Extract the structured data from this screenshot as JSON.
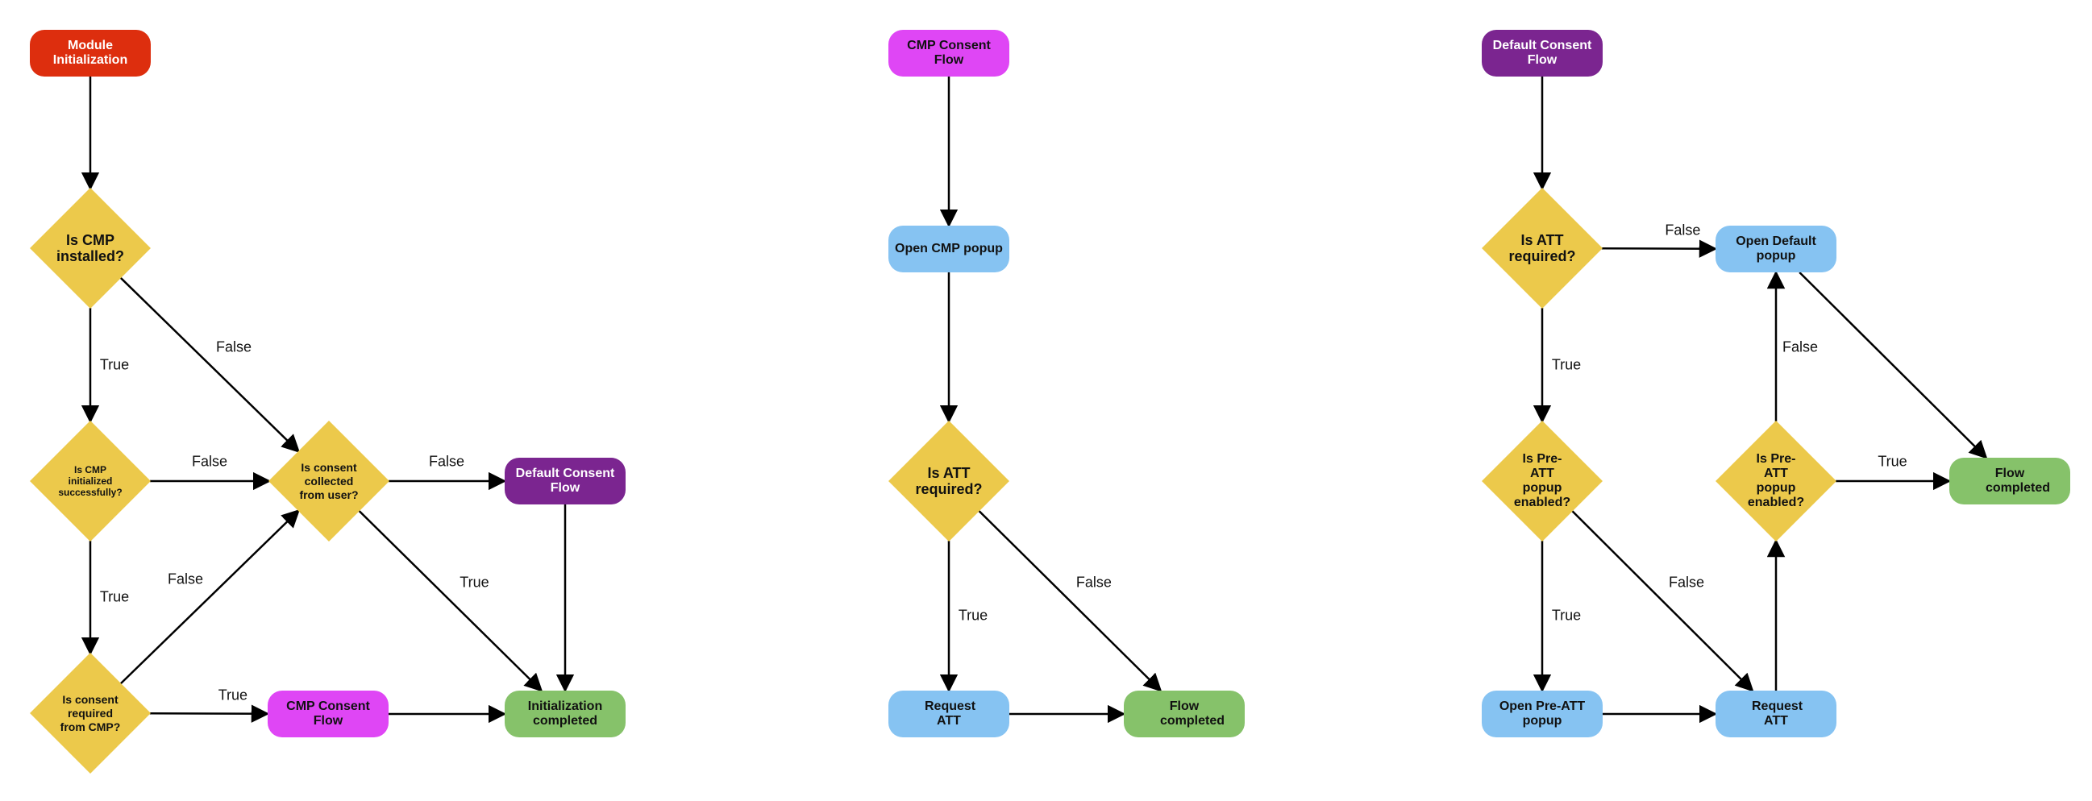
{
  "colors": {
    "start_red": "#dd2e0e",
    "magenta": "#df46f5",
    "purple": "#7b2590",
    "light_blue": "#86c3f2",
    "green": "#86c26a",
    "decision_yellow": "#ecc94b",
    "edge": "#000000"
  },
  "nodes": {
    "module_init": {
      "text": "Module Initialization"
    },
    "is_cmp_installed": {
      "text": "Is CMP installed?"
    },
    "is_cmp_init": {
      "text": "Is CMP initialized successfully?"
    },
    "is_consent_collected": {
      "text": "Is consent collected from user?"
    },
    "default_flow_1": {
      "text": "Default Consent Flow"
    },
    "is_consent_required": {
      "text": "Is consent required from CMP?"
    },
    "cmp_flow_1": {
      "text": "CMP Consent Flow"
    },
    "init_completed": {
      "text": "Initialization completed"
    },
    "cmp_flow_title": {
      "text": "CMP Consent Flow"
    },
    "open_cmp_popup": {
      "text": "Open CMP popup"
    },
    "is_att_required_2": {
      "text": "Is ATT required?"
    },
    "request_att_2": {
      "text": "Request ATT"
    },
    "flow_completed_2": {
      "text": "Flow completed"
    },
    "default_flow_title": {
      "text": "Default Consent Flow"
    },
    "is_att_required_3": {
      "text": "Is ATT required?"
    },
    "open_default_popup": {
      "text": "Open Default popup"
    },
    "is_pre_att_enabled_a": {
      "text": "Is Pre-ATT popup enabled?"
    },
    "is_pre_att_enabled_b": {
      "text": "Is Pre-ATT popup enabled?"
    },
    "flow_completed_3": {
      "text": "Flow completed"
    },
    "open_pre_att_popup": {
      "text": "Open Pre-ATT popup"
    },
    "request_att_3": {
      "text": "Request ATT"
    }
  },
  "edges": [
    {
      "from": "module_init",
      "to": "is_cmp_installed",
      "label": ""
    },
    {
      "from": "is_cmp_installed",
      "to": "is_cmp_init",
      "label": "True"
    },
    {
      "from": "is_cmp_installed",
      "to": "is_consent_collected",
      "label": "False"
    },
    {
      "from": "is_cmp_init",
      "to": "is_consent_collected",
      "label": "False"
    },
    {
      "from": "is_cmp_init",
      "to": "is_consent_required",
      "label": "True"
    },
    {
      "from": "is_consent_collected",
      "to": "default_flow_1",
      "label": "False"
    },
    {
      "from": "is_consent_collected",
      "to": "init_completed",
      "label": "True"
    },
    {
      "from": "is_consent_required",
      "to": "is_consent_collected",
      "label": "False"
    },
    {
      "from": "is_consent_required",
      "to": "cmp_flow_1",
      "label": "True"
    },
    {
      "from": "default_flow_1",
      "to": "init_completed",
      "label": ""
    },
    {
      "from": "cmp_flow_1",
      "to": "init_completed",
      "label": ""
    },
    {
      "from": "cmp_flow_title",
      "to": "open_cmp_popup",
      "label": ""
    },
    {
      "from": "open_cmp_popup",
      "to": "is_att_required_2",
      "label": ""
    },
    {
      "from": "is_att_required_2",
      "to": "request_att_2",
      "label": "True"
    },
    {
      "from": "is_att_required_2",
      "to": "flow_completed_2",
      "label": "False"
    },
    {
      "from": "request_att_2",
      "to": "flow_completed_2",
      "label": ""
    },
    {
      "from": "default_flow_title",
      "to": "is_att_required_3",
      "label": ""
    },
    {
      "from": "is_att_required_3",
      "to": "open_default_popup",
      "label": "False"
    },
    {
      "from": "is_att_required_3",
      "to": "is_pre_att_enabled_a",
      "label": "True"
    },
    {
      "from": "open_default_popup",
      "to": "flow_completed_3",
      "label": ""
    },
    {
      "from": "is_pre_att_enabled_a",
      "to": "open_pre_att_popup",
      "label": "True"
    },
    {
      "from": "is_pre_att_enabled_a",
      "to": "request_att_3",
      "label": "False"
    },
    {
      "from": "open_pre_att_popup",
      "to": "request_att_3",
      "label": ""
    },
    {
      "from": "request_att_3",
      "to": "is_pre_att_enabled_b",
      "label": ""
    },
    {
      "from": "is_pre_att_enabled_b",
      "to": "open_default_popup",
      "label": "False"
    },
    {
      "from": "is_pre_att_enabled_b",
      "to": "flow_completed_3",
      "label": "True"
    }
  ]
}
